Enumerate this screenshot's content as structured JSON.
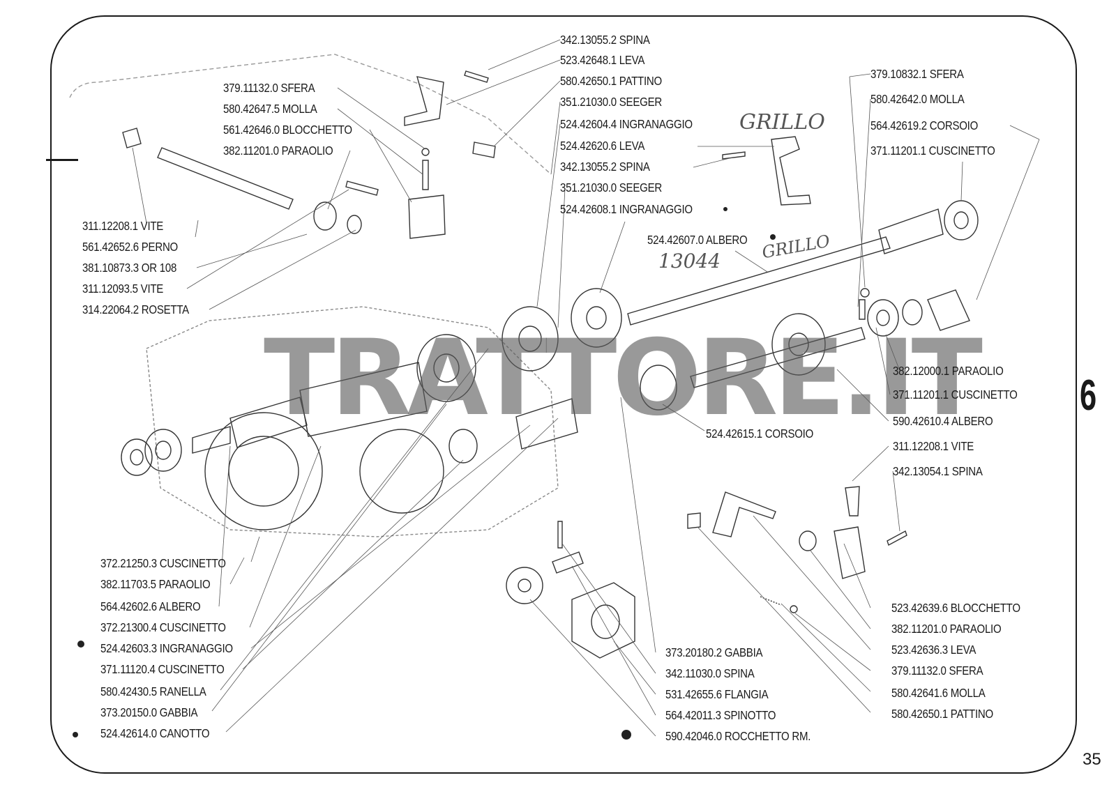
{
  "labels_top_center": [
    "342.13055.2 SPINA",
    "523.42648.1 LEVA",
    "580.42650.1 PATTINO",
    "351.21030.0 SEEGER",
    "524.42604.4 INGRANAGGIO",
    "524.42620.6 LEVA",
    "342.13055.2 SPINA",
    "351.21030.0 SEEGER",
    "524.42608.1 INGRANAGGIO"
  ],
  "labels_top_left": [
    "379.11132.0 SFERA",
    "580.42647.5 MOLLA",
    "561.42646.0 BLOCCHETTO",
    "382.11201.0 PARAOLIO"
  ],
  "labels_left_mid": [
    "311.12208.1 VITE",
    "561.42652.6 PERNO",
    "381.10873.3 OR 108",
    "311.12093.5 VITE",
    "314.22064.2 ROSETTA"
  ],
  "labels_top_right": [
    "379.10832.1 SFERA",
    "580.42642.0 MOLLA",
    "564.42619.2 CORSOIO",
    "371.11201.1 CUSCINETTO"
  ],
  "label_albero_main": "524.42607.0 ALBERO",
  "labels_right_mid": [
    "382.12000.1 PARAOLIO",
    "371.11201.1 CUSCINETTO",
    "590.42610.4 ALBERO",
    "311.12208.1 VITE",
    "342.13054.1 SPINA"
  ],
  "label_corsoio_mid": "524.42615.1 CORSOIO",
  "labels_bottom_left": [
    "372.21250.3 CUSCINETTO",
    "382.11703.5 PARAOLIO",
    "564.42602.6 ALBERO",
    "372.21300.4 CUSCINETTO",
    "524.42603.3 INGRANAGGIO",
    "371.11120.4 CUSCINETTO",
    "580.42430.5 RANELLA",
    "373.20150.0 GABBIA",
    "524.42614.0 CANOTTO"
  ],
  "labels_bottom_center": [
    "373.20180.2 GABBIA",
    "342.11030.0 SPINA",
    "531.42655.6 FLANGIA",
    "564.42011.3 SPINOTTO",
    "590.42046.0 ROCCHETTO RM."
  ],
  "labels_bottom_right": [
    "523.42639.6 BLOCCHETTO",
    "382.11201.0 PARAOLIO",
    "523.42636.3 LEVA",
    "379.11132.0 SFERA",
    "580.42641.6 MOLLA",
    "580.42650.1 PATTINO"
  ],
  "handwritten": {
    "grillo_top": "GRILLO",
    "number": "13044",
    "grillo_mid": "GRILLO"
  },
  "watermark": "TRATTORE.IT",
  "section_number": "6",
  "page_number": "35"
}
